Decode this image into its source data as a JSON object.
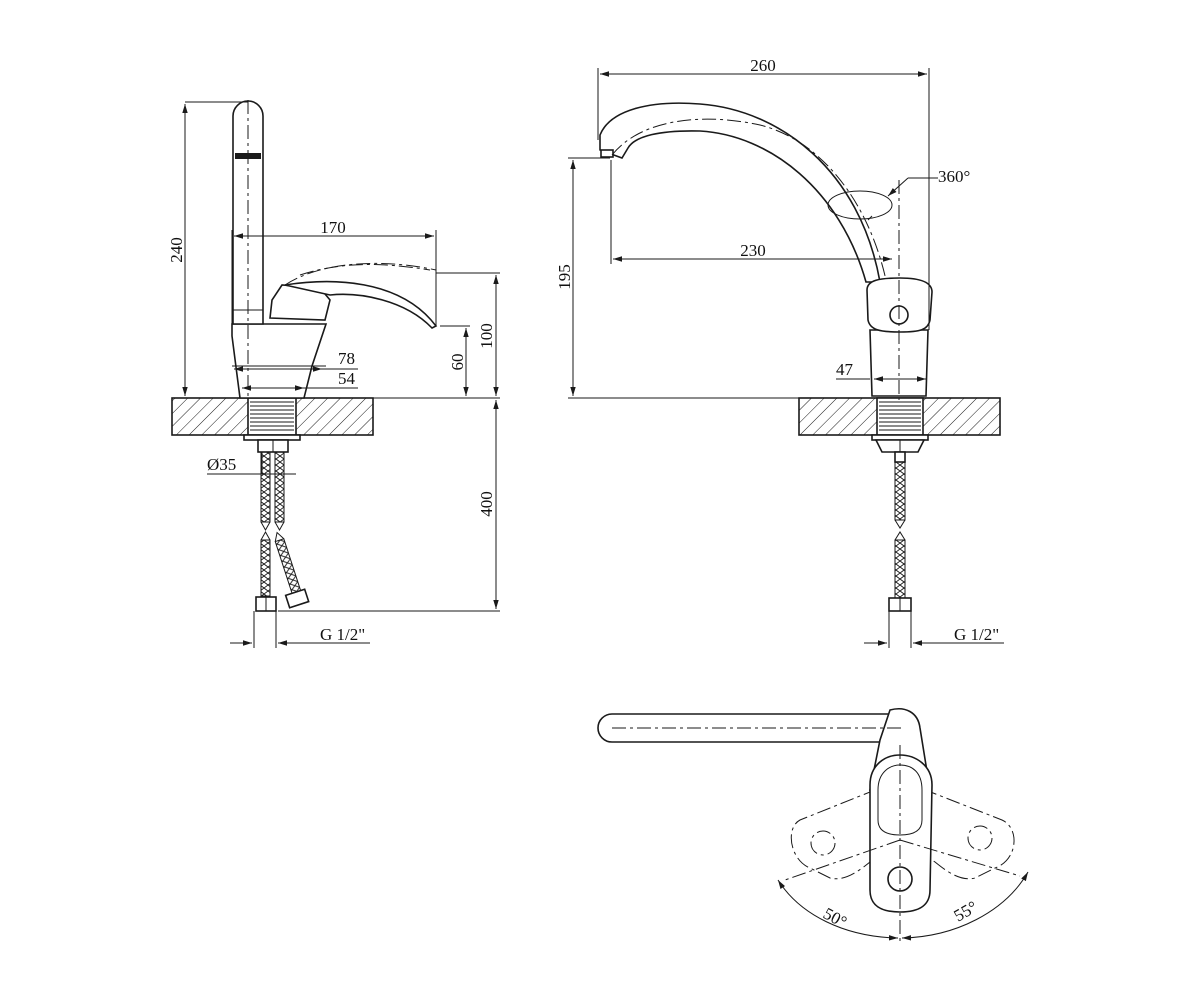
{
  "side_view": {
    "height_total": "240",
    "spout_reach": "170",
    "lever_height": "100",
    "spout_outlet_height": "60",
    "body_width": "78",
    "base_width": "54",
    "shank_diameter": "Ø35",
    "hose_length": "400",
    "thread": "G 1/2\""
  },
  "front_view": {
    "spout_length": "260",
    "rotation": "360°",
    "spout_projection": "230",
    "outlet_height": "195",
    "body_width": "47",
    "thread": "G 1/2\""
  },
  "top_view": {
    "angle_left": "50°",
    "angle_right": "55°"
  }
}
